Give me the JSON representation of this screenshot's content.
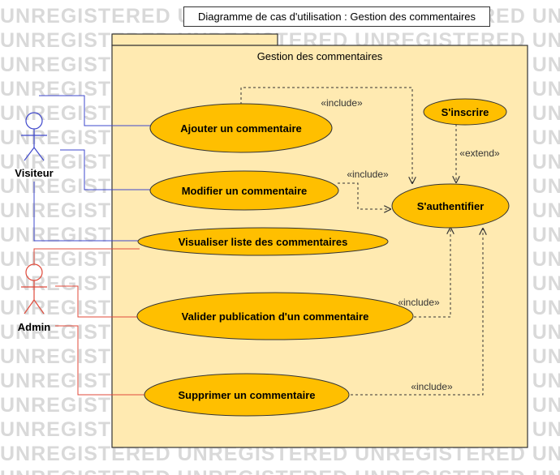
{
  "watermark": "UNREGISTERED",
  "title": "Diagramme de cas d'utilisation : Gestion des commentaires",
  "package": {
    "name": "Gestion des commentaires"
  },
  "actors": [
    {
      "id": "visiteur",
      "label": "Visiteur",
      "color": "#3f48cc"
    },
    {
      "id": "admin",
      "label": "Admin",
      "color": "#e0493a"
    }
  ],
  "use_cases": [
    {
      "id": "ajouter",
      "label": "Ajouter un commentaire"
    },
    {
      "id": "modifier",
      "label": "Modifier un commentaire"
    },
    {
      "id": "visualiser",
      "label": "Visualiser liste des commentaires"
    },
    {
      "id": "valider",
      "label": "Valider publication d'un commentaire"
    },
    {
      "id": "supprimer",
      "label": "Supprimer un commentaire"
    },
    {
      "id": "sinscrire",
      "label": "S'inscrire"
    },
    {
      "id": "sauthentifier",
      "label": "S'authentifier"
    }
  ],
  "relations": {
    "include": "«include»",
    "extend": "«extend»"
  },
  "colors": {
    "package_fill": "#ffeab1",
    "usecase_fill": "#ffbf00",
    "stroke": "#333333",
    "visitor_line": "#3f48cc",
    "admin_line": "#e0493a"
  }
}
